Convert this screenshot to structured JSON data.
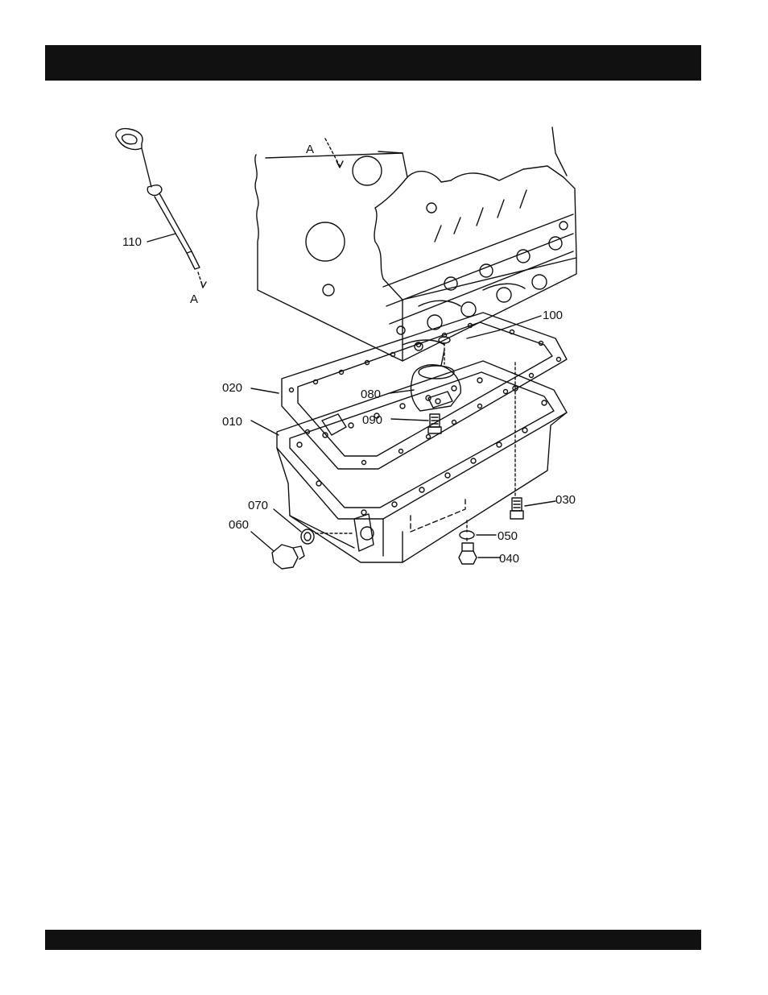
{
  "header_bar": {
    "text": ""
  },
  "footer_bar": {
    "text": ""
  },
  "diagram": {
    "callouts": [
      "110",
      "A",
      "A",
      "100",
      "020",
      "080",
      "090",
      "010",
      "070",
      "060",
      "030",
      "050",
      "040"
    ]
  }
}
